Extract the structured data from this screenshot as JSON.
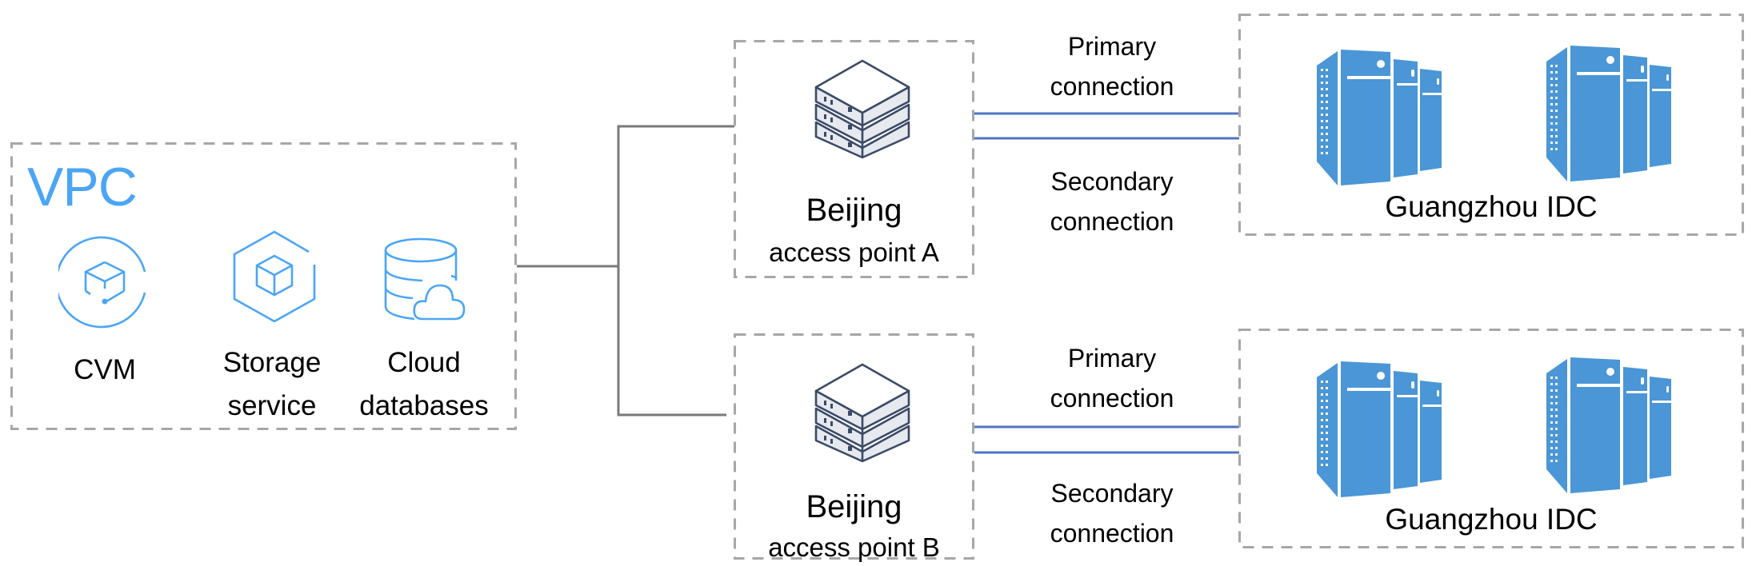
{
  "diagram": {
    "colors": {
      "box_border": "#a8a6a6",
      "trunk_line": "#7a7a7a",
      "connection_line": "#4f74c4",
      "vpc_accent": "#4ba5f5",
      "idc_server": "#4a96d6",
      "bj_server_stroke": "#3a4a66",
      "bj_server_fill": "#e6e9ee"
    },
    "vpc": {
      "title": "VPC",
      "services": [
        {
          "name": "cvm",
          "icon": "cvm-icon",
          "label_lines": [
            "CVM"
          ]
        },
        {
          "name": "storage",
          "icon": "storage-hexagon-icon",
          "label_lines": [
            "Storage",
            "service"
          ]
        },
        {
          "name": "cloud-db",
          "icon": "cloud-database-icon",
          "label_lines": [
            "Cloud",
            "databases"
          ]
        }
      ]
    },
    "access_points": [
      {
        "title": "Beijing",
        "subtitle": "access point A",
        "icon": "server-stack-icon"
      },
      {
        "title": "Beijing",
        "subtitle": "access point B",
        "icon": "server-stack-icon"
      }
    ],
    "connections": [
      {
        "primary_lines": [
          "Primary",
          "connection"
        ],
        "secondary_lines": [
          "Secondary",
          "connection"
        ]
      },
      {
        "primary_lines": [
          "Primary",
          "connection"
        ],
        "secondary_lines": [
          "Secondary",
          "connection"
        ]
      }
    ],
    "idcs": [
      {
        "label": "Guangzhou IDC",
        "icon": "server-tower-icon"
      },
      {
        "label": "Guangzhou IDC",
        "icon": "server-tower-icon"
      }
    ]
  }
}
